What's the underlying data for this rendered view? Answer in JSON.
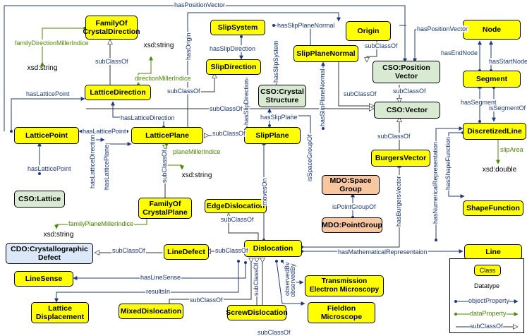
{
  "classes": {
    "family_of_crystal_direction": "FamilyOf\nCrystalDirection",
    "slip_system": "SlipSystem",
    "origin": "Origin",
    "node": "Node",
    "slip_plane_normal": "SlipPlaneNormal",
    "cso_position_vector": "CSO:Position\nVector",
    "slip_direction": "SlipDirection",
    "segment": "Segment",
    "lattice_direction": "LatticeDirection",
    "cso_crystal_structure": "CSO:Crystal\nStructure",
    "cso_vector": "CSO:Vector",
    "lattice_point": "LatticePoint",
    "lattice_plane": "LatticePlane",
    "slip_plane": "SlipPlane",
    "discretized_line": "DiscretizedLine",
    "burgers_vector": "BurgersVector",
    "cso_lattice": "CSO:Lattice",
    "mdo_space_group": "MDO:Space\nGroup",
    "edge_dislocation": "EdgeDislocation",
    "family_of_crystal_plane": "FamilyOf\nCrystalPlane",
    "shape_function": "ShapeFunction",
    "mdo_point_group": "MDO:PointGroup",
    "cdo_crystallographic_defect": "CDO:Crystallographic\nDefect",
    "line_defect": "LineDefect",
    "dislocation": "Dislocation",
    "line": "Line",
    "line_sense": "LineSense",
    "transmission_em": "Transmission\nElectron Microscopy",
    "lattice_displacement": "Lattice\nDisplacement",
    "mixed_dislocation": "MixedDislocation",
    "screw_dislocation": "ScrewDislocation",
    "field_ion_microscope": "FieldIon\nMicroscope"
  },
  "datatypes": {
    "xsd_string_a": "xsd:string",
    "xsd_string_b": "xsd:string",
    "xsd_string_c": "xsd:string",
    "xsd_string_d": "xsd:string",
    "xsd_double": "xsd:double"
  },
  "edges": {
    "hasPositionVector_top": "hasPositionVector",
    "hasSlipPlaneNormal": "hasSlipPlaneNormal",
    "hasPositionVector_right": "hasPositionVector",
    "familyDirectionMillerIndice": "familyDirectionMillerIndice",
    "hasSlipDirection": "hasSlipDirection",
    "hasSlipSystem": "hasSlipSystem",
    "subClassOf_origin": "subClassOf",
    "hasEndNode": "hasEndNode",
    "hasStartNode": "hasStartNode",
    "subClassOf_fcd": "subClassOf",
    "directionMillerIndice": "directionMillerIndice",
    "hasOrigin": "hasOrigin",
    "subClassOf_cpv": "subClassOf",
    "hasLatticePoint_top": "hasLatticePoint",
    "subClassOf_ld": "subClassOf",
    "hasSlipDirection_v": "hasSlipDirection",
    "hasSlipPlaneNormal_v": "hasSlipPlaneNormal",
    "subClassOf_spn": "subClassOf",
    "hasSegment": "hasSegment",
    "isSegmentOf": "isSegmentOf",
    "hasLatticeDirection": "hasLatticeDirection",
    "subClassOf_lattice_dir": "subClassOf",
    "hasSlipPlane": "hasSlipPlane",
    "hasLatticePoint_mid": "hasLatticePoint",
    "subClassOf_lp": "subClassOf",
    "subClassOf_bv": "subClassOf",
    "planeMillerIndice": "planeMillerIndice",
    "slipArea": "slipArea",
    "hasLatticePoint_left": "hasLatticePoint",
    "hasLatticeDirection_v": "hasLatticeDirection",
    "hasLatticePlane_v": "hasLatticePlane",
    "subClassOf_fcp": "subClassOf",
    "isSpaceGroupOf": "isSpaceGroupOf",
    "movesOn": "movesOn",
    "hasNumericalRepresentation": "hasNumericalRepresentation",
    "hasShapeFunction": "hasShapeFunction",
    "isPointGroupOf": "isPointGroupOf",
    "familyPlaneMillerIndice": "familyPlaneMillerIndice",
    "subClassOf_ed": "subClassOf",
    "hasBurgersVector": "hasBurgersVector",
    "subClassOf_cdo": "subClassOf",
    "subClassOf_line_defect": "subClassOf",
    "hasMathematicalRepresentation": "hasMathematicalRepresentaion",
    "hasLineSense": "hasLineSense",
    "observedBy_a": "observedBy",
    "observedBy_b": "observedBy",
    "resultsIn": "resultsIn",
    "subClassOf_mixed": "subClassOf",
    "subClassOf_screw": "subClassOf",
    "subClassOf_screw_v": "subClassOf"
  },
  "legend": {
    "class": "Class",
    "datatype": "Datatype",
    "object_property": "objectProperty",
    "data_property": "dataProperty",
    "subclass_of": "subClassOf"
  },
  "colors": {
    "class_fill": "#ffff00",
    "cso_fill": "#d9ead3",
    "mdo_fill": "#f9c79f",
    "cdo_fill": "#dbe8f7",
    "object_property": "#1f3a7a",
    "data_property": "#4a8a00"
  }
}
